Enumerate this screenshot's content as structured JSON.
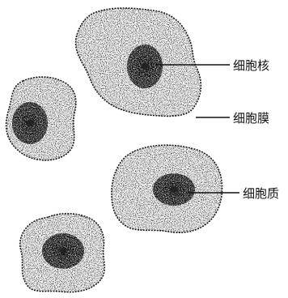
{
  "labels": {
    "nucleus": "细胞核",
    "membrane": "细胞膜",
    "cytoplasm": "细胞质"
  },
  "colors": {
    "ink": "#111111",
    "background": "#ffffff"
  }
}
